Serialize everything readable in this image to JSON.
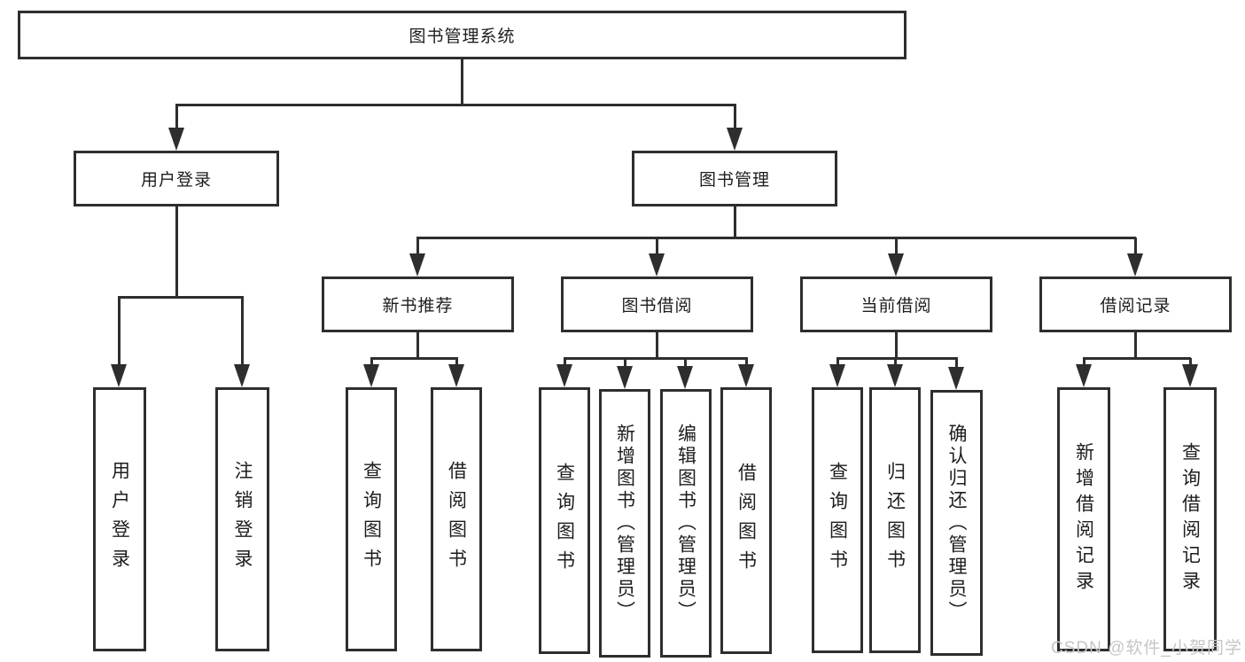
{
  "diagram": {
    "root": "图书管理系统",
    "branches": [
      {
        "label": "用户登录",
        "children": [
          "用户登录",
          "注销登录"
        ]
      },
      {
        "label": "图书管理",
        "sections": [
          {
            "label": "新书推荐",
            "children": [
              "查询图书",
              "借阅图书"
            ]
          },
          {
            "label": "图书借阅",
            "children": [
              "查询图书",
              "新增图书（管理员）",
              "编辑图书（管理员）",
              "借阅图书"
            ]
          },
          {
            "label": "当前借阅",
            "children": [
              "查询图书",
              "归还图书",
              "确认归还（管理员）"
            ]
          },
          {
            "label": "借阅记录",
            "children": [
              "新增借阅记录",
              "查询借阅记录"
            ]
          }
        ]
      }
    ]
  },
  "watermark": "CSDN @软件_小贺同学",
  "colors": {
    "line": "#2e2e2e",
    "text": "#1d1d1d",
    "watermark": "#c6c6c6",
    "background": "#ffffff"
  }
}
